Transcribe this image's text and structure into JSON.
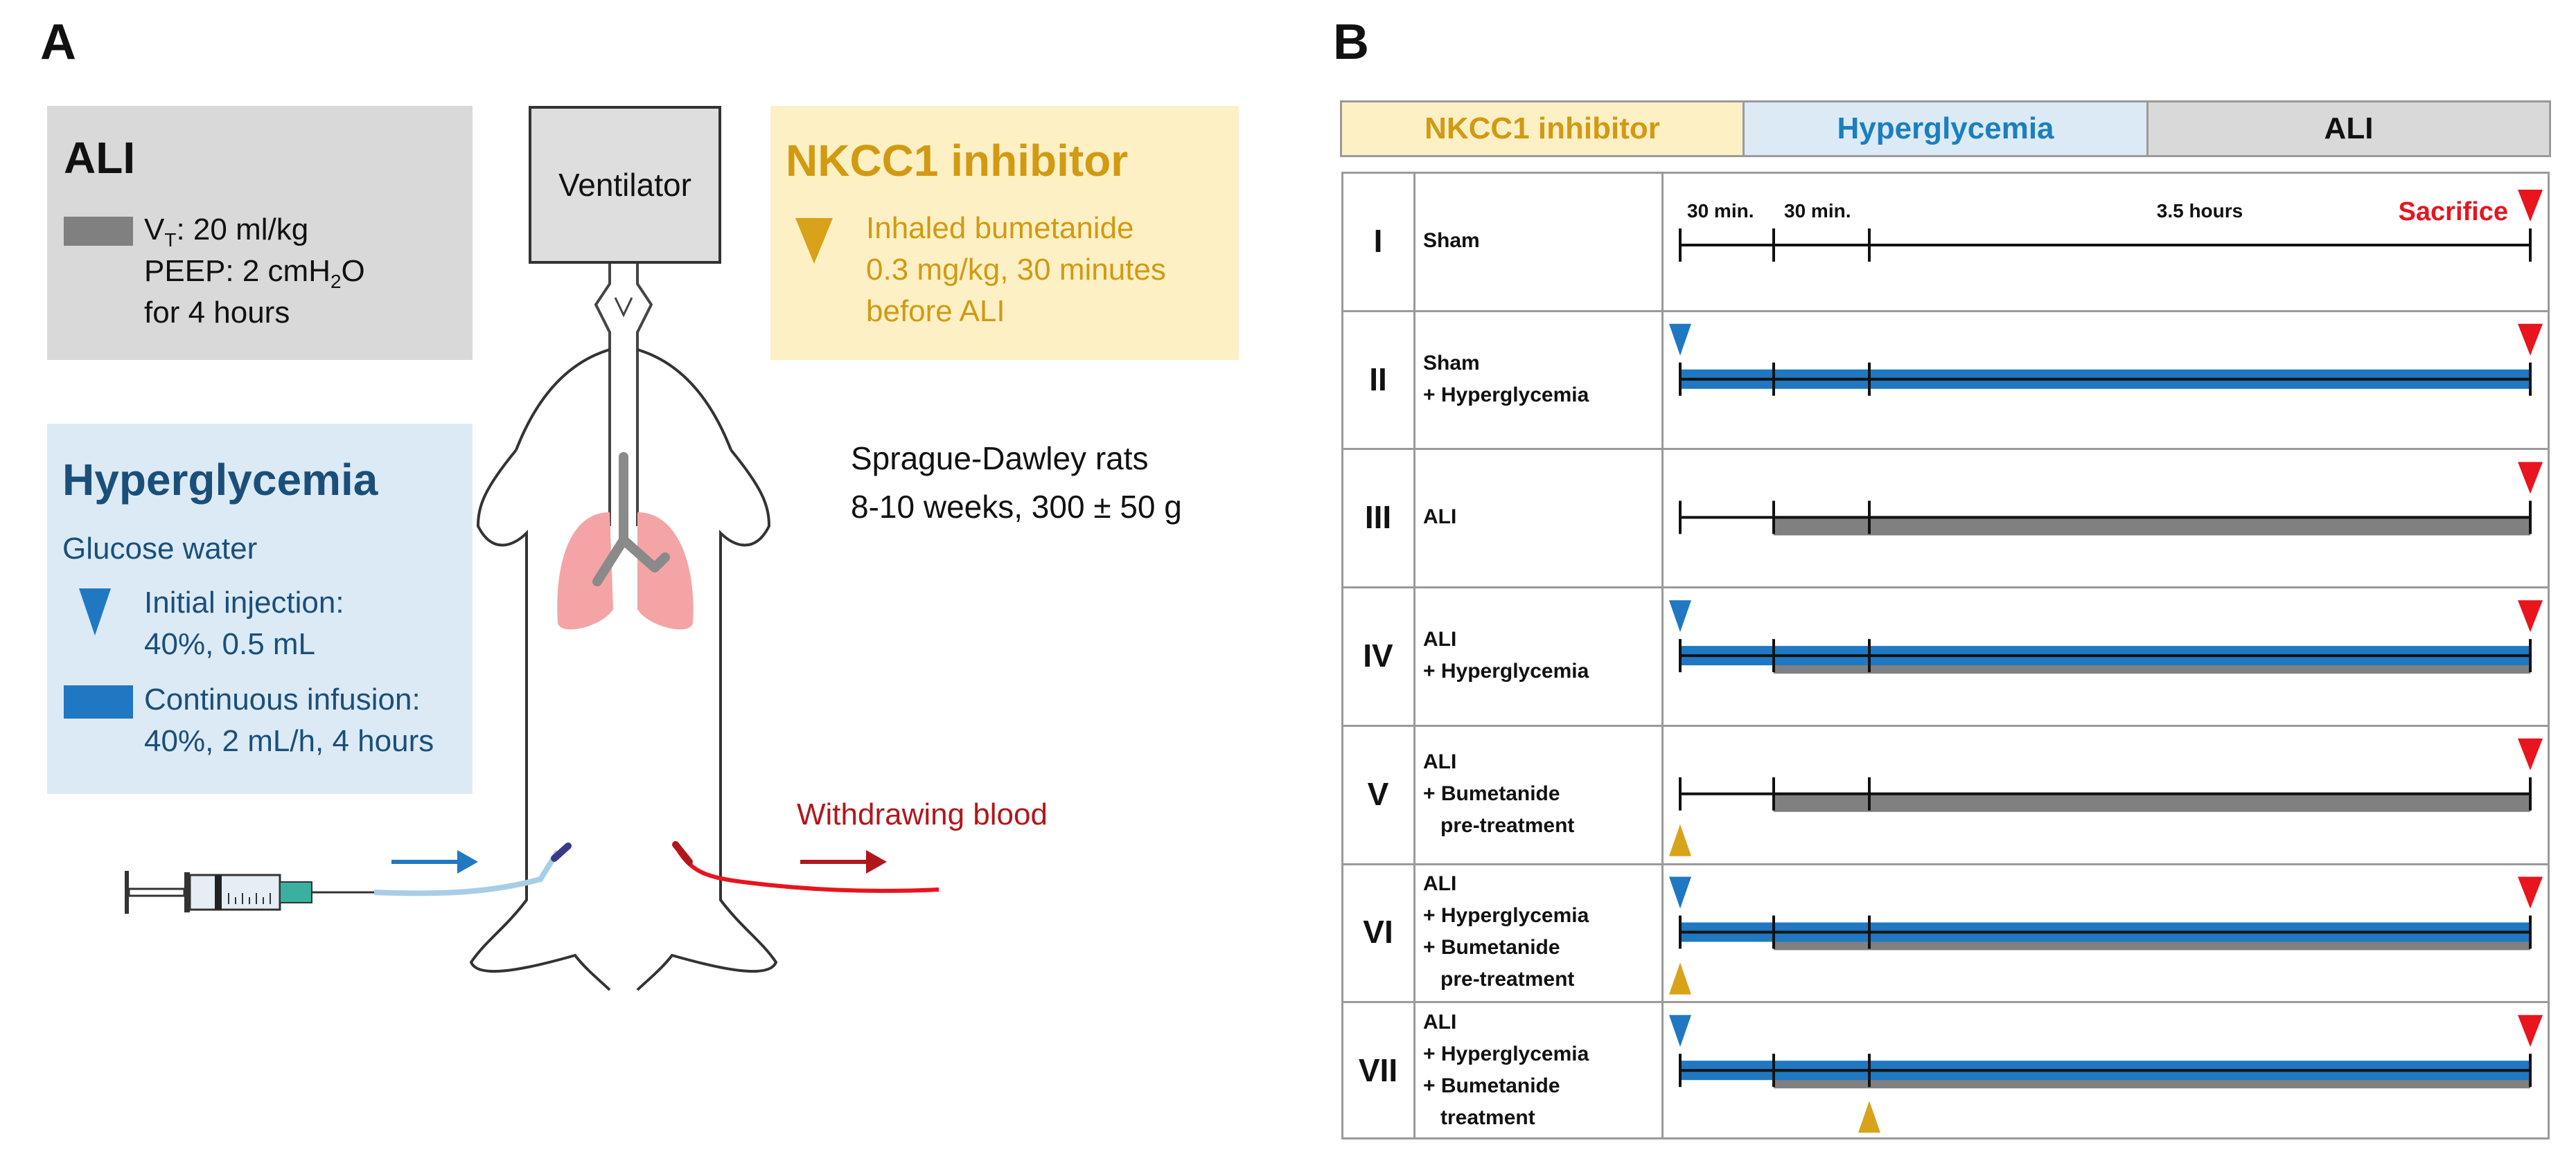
{
  "panel_a": {
    "letter": "A",
    "ali": {
      "title": "ALI",
      "vt_prefix": "V",
      "vt_sub": "T",
      "vt_rest": ": 20 ml/kg",
      "peep_prefix": "PEEP: 2 cmH",
      "peep_sub": "2",
      "peep_rest": "O",
      "duration": "for 4 hours"
    },
    "ventilator": "Ventilator",
    "nkcc1": {
      "title": "NKCC1 inhibitor",
      "line1": "Inhaled bumetanide",
      "line2": "0.3 mg/kg, 30 minutes",
      "line3": "before ALI"
    },
    "rats": {
      "line1": "Sprague-Dawley rats",
      "line2": "8-10 weeks, 300 ± 50 g"
    },
    "hyper": {
      "title": "Hyperglycemia",
      "subtitle": "Glucose water",
      "inj1": "Initial injection:",
      "inj2": "40%, 0.5 mL",
      "inf1": "Continuous infusion:",
      "inf2": "40%, 2 mL/h, 4 hours"
    },
    "withdraw": "Withdrawing blood"
  },
  "panel_b": {
    "letter": "B",
    "legend": [
      {
        "label": "NKCC1 inhibitor",
        "color": "#fdf0c5",
        "text_color": "#d29a12"
      },
      {
        "label": "Hyperglycemia",
        "color": "#dceaf5",
        "text_color": "#1a7fbf"
      },
      {
        "label": "ALI",
        "color": "#d9d9d9",
        "text_color": "#111111"
      }
    ],
    "timeline": {
      "seg1": "30 min.",
      "seg2": "30 min.",
      "seg3": "3.5 hours",
      "sacrifice": "Sacrifice"
    },
    "rows": [
      {
        "num": "I",
        "label": "Sham",
        "hyper": false,
        "ali": false,
        "bumet": null
      },
      {
        "num": "II",
        "label": "Sham\n+ Hyperglycemia",
        "hyper": true,
        "ali": false,
        "bumet": null
      },
      {
        "num": "III",
        "label": "ALI",
        "hyper": false,
        "ali": true,
        "bumet": null
      },
      {
        "num": "IV",
        "label": "ALI\n+ Hyperglycemia",
        "hyper": true,
        "ali": true,
        "bumet": null
      },
      {
        "num": "V",
        "label": "ALI\n+ Bumetanide\n   pre-treatment",
        "hyper": false,
        "ali": true,
        "bumet": "pre"
      },
      {
        "num": "VI",
        "label": "ALI\n+ Hyperglycemia\n+ Bumetanide\n   pre-treatment",
        "hyper": true,
        "ali": true,
        "bumet": "pre"
      },
      {
        "num": "VII",
        "label": "ALI\n+ Hyperglycemia\n+ Bumetanide\n   treatment",
        "hyper": true,
        "ali": true,
        "bumet": "post"
      }
    ]
  },
  "colors": {
    "blue": "#1f78c1",
    "red": "#e8141e",
    "gold": "#d8a21a",
    "gray": "#808080",
    "lung": "#f4a4a4",
    "navy": "#1a4f7a",
    "gold_text": "#d29a12",
    "dark_red": "#b0171d"
  }
}
